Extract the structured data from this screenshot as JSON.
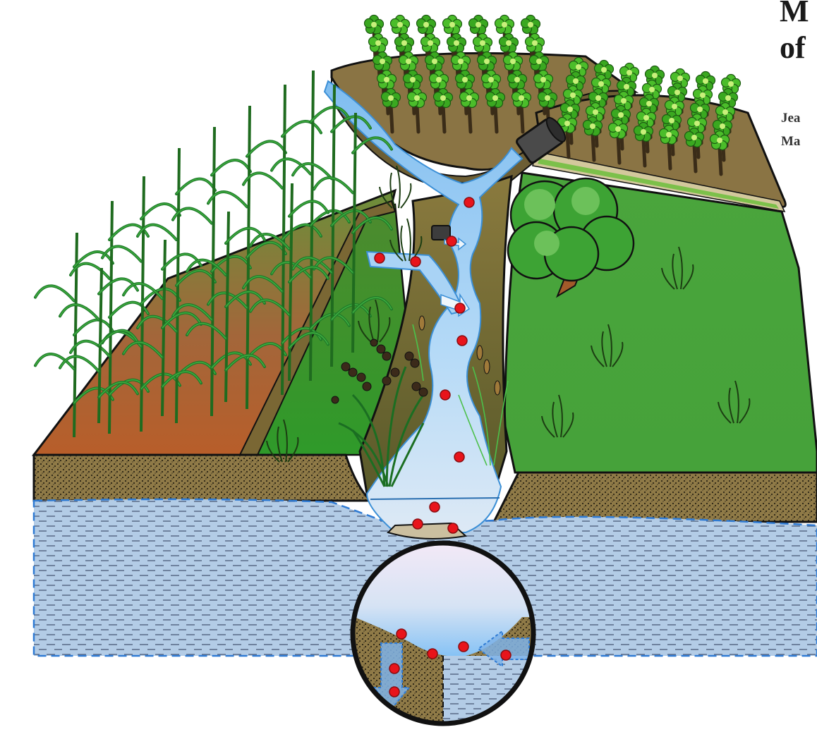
{
  "title": {
    "line1": "M",
    "line2": "of"
  },
  "authors": {
    "line1": "Jea",
    "line2": "Ma"
  },
  "colors": {
    "water": "#a9d3f5",
    "water_edge": "#3b8fd6",
    "particle": "#e8141b",
    "grass": "#46a83a",
    "soil_band": "#8a7444",
    "groundwater": "#b3cde8",
    "bank_brown": "#7b6a3c",
    "field_soil": "#b5612a",
    "tree_green": "#3da334",
    "outline": "#111111"
  },
  "icons": {
    "drain_pipe": "drain-pipe-icon",
    "small_pipe": "small-pipe-icon",
    "flow_arrow": "flow-arrow-icon",
    "particle": "particle-dot-icon"
  }
}
